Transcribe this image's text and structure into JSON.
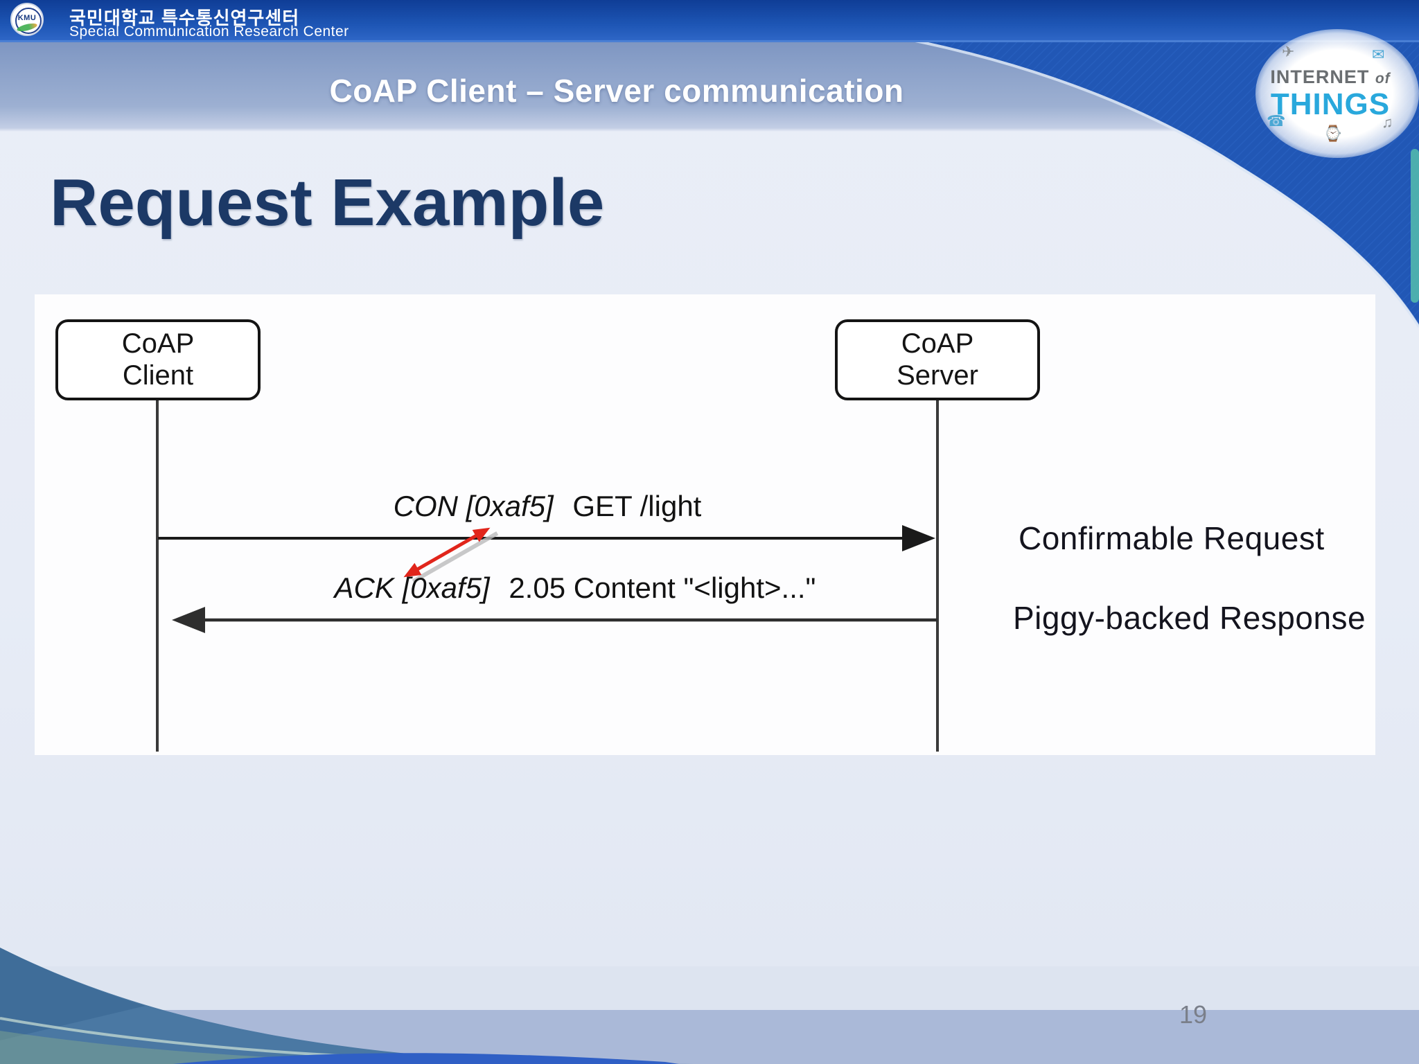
{
  "header": {
    "logo": "KMU",
    "university_kr": "국민대학교 특수통신연구센터",
    "center_en": "Special Communication Research Center"
  },
  "banner": {
    "title": "CoAP Client – Server communication"
  },
  "iot_badge": {
    "word1": "INTERNET",
    "word2": "of",
    "word3": "THINGS",
    "icons": [
      "✈",
      "☎",
      "✉",
      "♫",
      "⌚"
    ]
  },
  "slide": {
    "heading": "Request Example",
    "page_number": "19"
  },
  "diagram": {
    "client": {
      "line1": "CoAP",
      "line2": "Client"
    },
    "server": {
      "line1": "CoAP",
      "line2": "Server"
    },
    "request": {
      "prefix": "CON [0xaf5]",
      "rest": "GET /light"
    },
    "response": {
      "prefix": "ACK [0xaf5]",
      "rest": "2.05 Content \"<light>...\""
    },
    "annotations": [
      {
        "label": "Confirmable Request"
      },
      {
        "label": "Piggy-backed Response"
      }
    ]
  },
  "colors": {
    "header_blue": "#1d55b4",
    "curve_blue": "#2157b5",
    "band_slate": "#8ba1c9",
    "heading_navy": "#1c3966",
    "arrow_black": "#1a1a1a",
    "arrow_red": "#e1251b",
    "iot_blue": "#29a8dc",
    "wave_teal": "#4a78a3",
    "footer_band": "#aab9d8"
  }
}
